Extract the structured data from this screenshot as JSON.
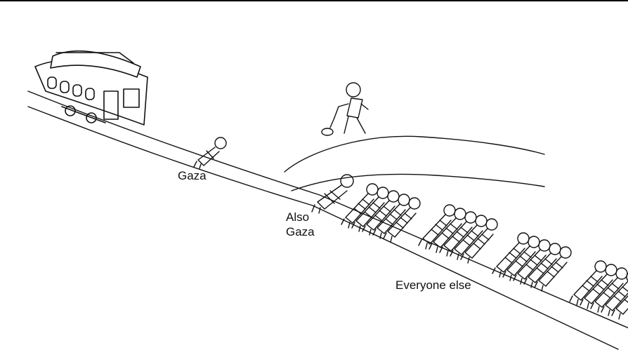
{
  "labels": {
    "gaza": "Gaza",
    "also_gaza_line1": "Also",
    "also_gaza_line2": "Gaza",
    "everyone_else": "Everyone else"
  },
  "colors": {
    "ink": "#111111",
    "paper": "#ffffff"
  },
  "icons": [
    "trolley-icon",
    "lever-person-icon",
    "lying-person-icon"
  ]
}
